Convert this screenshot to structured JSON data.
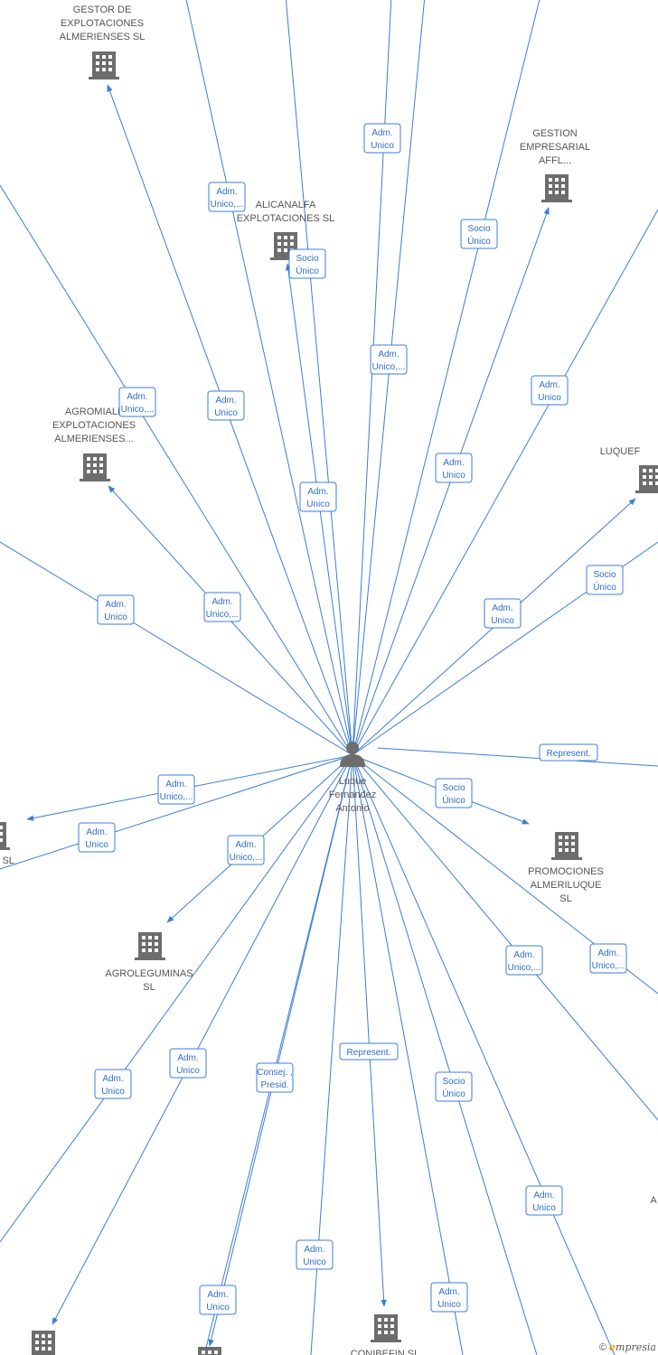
{
  "center": {
    "lines": [
      "Luque",
      "Fernandez",
      "Antonio"
    ]
  },
  "companies": [
    {
      "id": "gestor",
      "lines": [
        "GESTOR DE",
        "EXPLOTACIONES",
        "ALMERIENSES SL"
      ]
    },
    {
      "id": "alicanalfa",
      "lines": [
        "ALICANALFA",
        "EXPLOTACIONES SL"
      ]
    },
    {
      "id": "gestion",
      "lines": [
        "GESTION",
        "EMPRESARIAL",
        "AFFL..."
      ]
    },
    {
      "id": "agromiall",
      "lines": [
        "AGROMIALL",
        "EXPLOTACIONES",
        "ALMERIENSES..."
      ]
    },
    {
      "id": "luquef",
      "lines": [
        "LUQUEF"
      ]
    },
    {
      "id": "er-sl",
      "lines": [
        "ER  SL"
      ]
    },
    {
      "id": "promociones",
      "lines": [
        "PROMOCIONES",
        "ALMERILUQUE",
        "SL"
      ]
    },
    {
      "id": "agroleguminas",
      "lines": [
        "AGROLEGUMINAS",
        "SL"
      ]
    },
    {
      "id": "conibefin",
      "lines": [
        "CONIBEFIN SL"
      ]
    },
    {
      "id": "right-a",
      "lines": [
        "A"
      ]
    }
  ],
  "edge_labels": [
    {
      "id": "e1",
      "lines": [
        "Adm.",
        "Unico"
      ]
    },
    {
      "id": "e2",
      "lines": [
        "Adm.",
        "Unico,..."
      ]
    },
    {
      "id": "e3",
      "lines": [
        "Socio",
        "Único"
      ]
    },
    {
      "id": "e4",
      "lines": [
        "Socio",
        "Único"
      ]
    },
    {
      "id": "e5",
      "lines": [
        "Adm.",
        "Unico,..."
      ]
    },
    {
      "id": "e6",
      "lines": [
        "Adm.",
        "Unico,..."
      ]
    },
    {
      "id": "e7",
      "lines": [
        "Adm.",
        "Unico"
      ]
    },
    {
      "id": "e8",
      "lines": [
        "Adm.",
        "Unico"
      ]
    },
    {
      "id": "e9",
      "lines": [
        "Adm.",
        "Unico"
      ]
    },
    {
      "id": "e10",
      "lines": [
        "Adm.",
        "Unico"
      ]
    },
    {
      "id": "e11",
      "lines": [
        "Adm.",
        "Unico"
      ]
    },
    {
      "id": "e12",
      "lines": [
        "Adm.",
        "Unico,..."
      ]
    },
    {
      "id": "e13",
      "lines": [
        "Socio",
        "Único"
      ]
    },
    {
      "id": "e14",
      "lines": [
        "Adm.",
        "Unico"
      ]
    },
    {
      "id": "e15",
      "lines": [
        "Represent."
      ]
    },
    {
      "id": "e16",
      "lines": [
        "Adm.",
        "Unico,..."
      ]
    },
    {
      "id": "e17",
      "lines": [
        "Socio",
        "Único"
      ]
    },
    {
      "id": "e18",
      "lines": [
        "Adm.",
        "Unico"
      ]
    },
    {
      "id": "e19",
      "lines": [
        "Adm.",
        "Unico,..."
      ]
    },
    {
      "id": "e20",
      "lines": [
        "Adm.",
        "Unico,..."
      ]
    },
    {
      "id": "e21",
      "lines": [
        "Adm.",
        "Unico,..."
      ]
    },
    {
      "id": "e22",
      "lines": [
        "Adm.",
        "Unico"
      ]
    },
    {
      "id": "e23",
      "lines": [
        "Adm.",
        "Unico"
      ]
    },
    {
      "id": "e24",
      "lines": [
        "Consej. ,",
        "Presid."
      ]
    },
    {
      "id": "e25",
      "lines": [
        "Represent."
      ]
    },
    {
      "id": "e26",
      "lines": [
        "Socio",
        "Único"
      ]
    },
    {
      "id": "e27",
      "lines": [
        "Adm.",
        "Unico"
      ]
    },
    {
      "id": "e28",
      "lines": [
        "Adm.",
        "Unico"
      ]
    },
    {
      "id": "e29",
      "lines": [
        "Adm.",
        "Unico"
      ]
    },
    {
      "id": "e30",
      "lines": [
        "Adm.",
        "Unico"
      ]
    }
  ],
  "footer": {
    "copyright": "©",
    "brand_e": "e",
    "brand_rest": "mpresia"
  },
  "colors": {
    "edge": "#3b7dd8",
    "icon": "#6d6d6d",
    "text": "#555555"
  }
}
